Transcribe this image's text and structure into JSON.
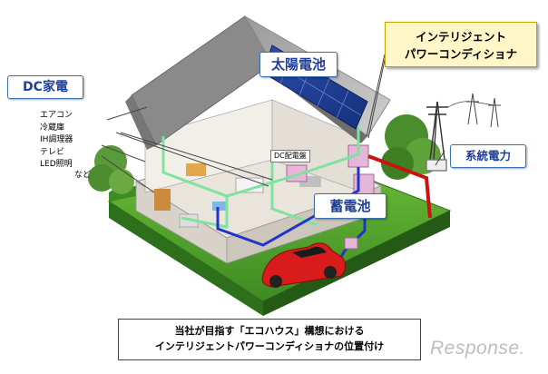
{
  "labels": {
    "dc_appliances": "DC家電",
    "solar_panel": "太陽電池",
    "storage_battery": "蓄電池",
    "grid_power": "系統電力",
    "dc_panel": "DC配電盤",
    "conditioner_line1": "インテリジェント",
    "conditioner_line2": "パワーコンディショナ"
  },
  "appliances": {
    "items": [
      "エアコン",
      "冷蔵庫",
      "IH調理器",
      "テレビ",
      "LED照明"
    ],
    "more": "など"
  },
  "caption": {
    "line1": "当社が目指す「エコハウス」構想における",
    "line2": "インテリジェントパワーコンディショナの位置付け"
  },
  "watermark": "Response.",
  "colors": {
    "dc_line": "#7fe3a0",
    "blue_line": "#2233cc",
    "grid_line": "#cc1111",
    "label_text": "#1f3f96",
    "car": "#d81b1b",
    "solar": "#1f3f9e",
    "lawn": "#4a9a2a"
  }
}
